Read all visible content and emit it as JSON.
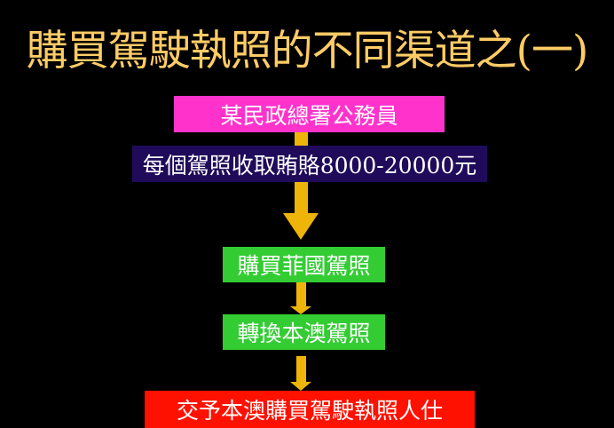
{
  "title": "購買駕駛執照的不同渠道之(一)",
  "steps": [
    {
      "label": "某民政總署公務員",
      "color": "#FF33CC"
    },
    {
      "label": "每個駕照收取賄賂8000-20000元",
      "color": "#200A5A"
    },
    {
      "label": "購買菲國駕照",
      "color": "#33CC33"
    },
    {
      "label": "轉換本澳駕照",
      "color": "#33CC33"
    },
    {
      "label": "交予本澳購買駕駛執照人仕",
      "color": "#FF1100"
    }
  ],
  "arrow_color": "#EEB40A"
}
